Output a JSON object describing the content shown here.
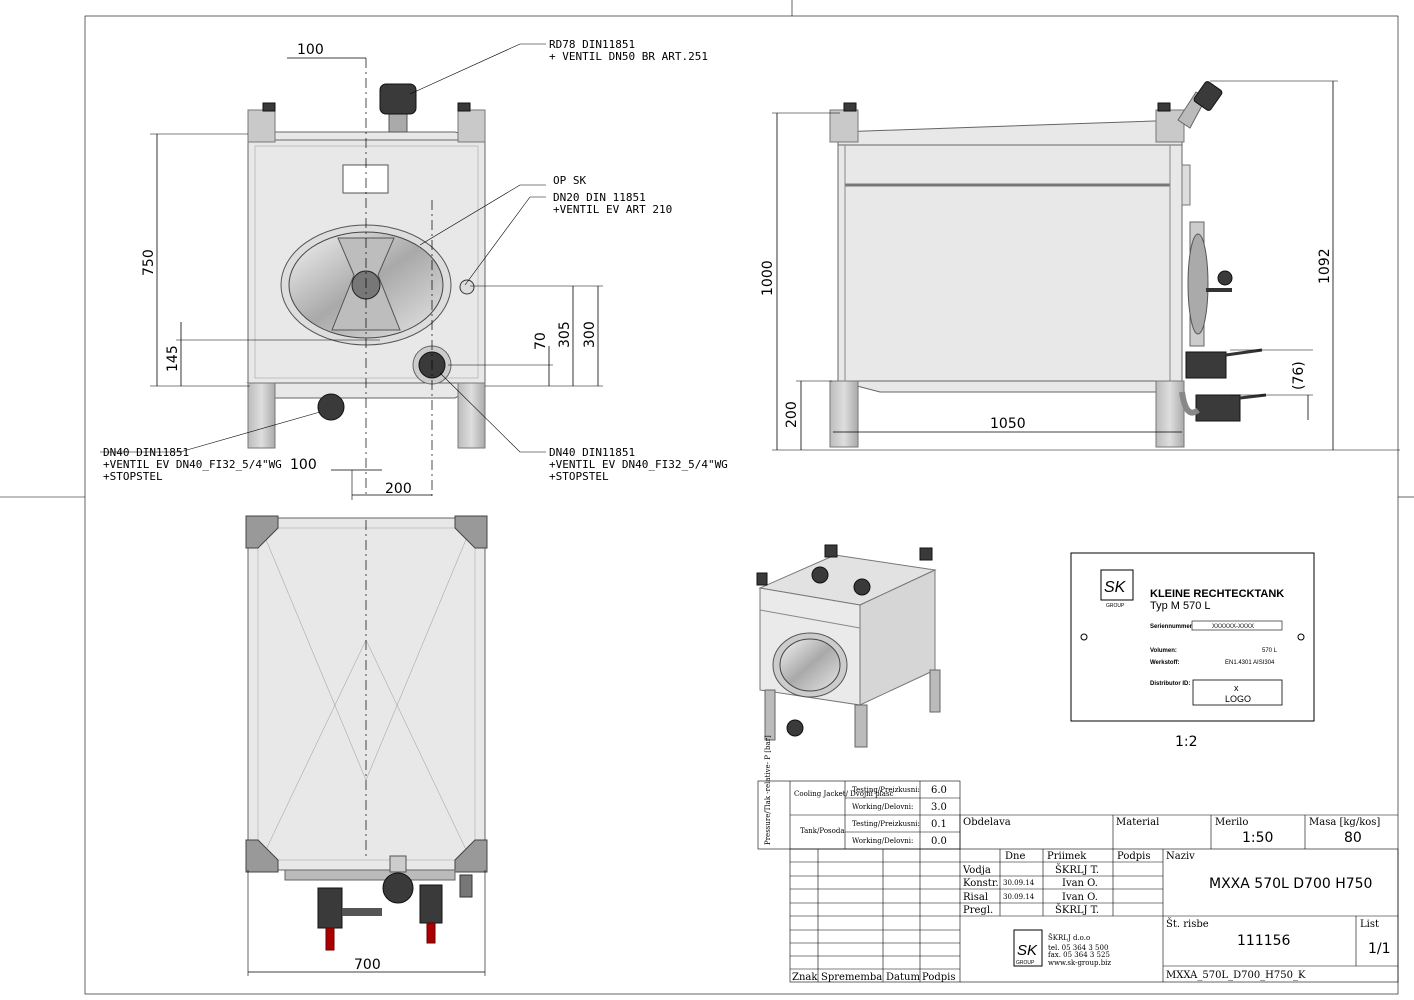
{
  "front_view": {
    "dimensions": [
      "100",
      "750",
      "145",
      "70",
      "305",
      "300",
      "100",
      "200"
    ],
    "callouts": [
      {
        "lines": [
          "RD78 DIN11851",
          "+ VENTIL DN50 BR ART.251"
        ]
      },
      {
        "lines": [
          "OP SK"
        ]
      },
      {
        "lines": [
          "DN20 DIN 11851",
          "+VENTIL EV ART 210"
        ]
      },
      {
        "lines": [
          "DN40 DIN11851",
          "+VENTIL EV DN40_FI32_5/4\"WG",
          "+STOPSTEL"
        ]
      },
      {
        "lines": [
          "DN40 DIN11851",
          "+VENTIL EV DN40_FI32_5/4\"WG",
          "+STOPSTEL"
        ]
      }
    ]
  },
  "side_view": {
    "dimensions": [
      "1000",
      "200",
      "1050",
      "1092",
      "(76)"
    ]
  },
  "top_view": {
    "dimensions": [
      "700"
    ]
  },
  "nameplate": {
    "title": "KLEINE RECHTECKTANK",
    "type": "Typ M 570 L",
    "serial_label": "Seriennummer",
    "serial_value": "XXXXXX-XXXX",
    "volume_label": "Volumen:",
    "volume_value": "570 L",
    "material_label": "Werkstoff:",
    "material_value": "EN1.4301  AISI304",
    "distributor_label": "Distributor ID:",
    "logo_x": "x",
    "logo_text": "LOGO",
    "logo_brand": "SK",
    "logo_sub": "GROUP",
    "scale": "1:2"
  },
  "pressure_table": {
    "header": "Pressure/Tlak -relative- P [bar]",
    "rows": [
      {
        "group": "Cooling Jacket/ Dvojni plasc",
        "type": "Testing/Preizkusni:",
        "value": "6.0"
      },
      {
        "group": "",
        "type": "Working/Delovni:",
        "value": "3.0"
      },
      {
        "group": "Tank/Posoda",
        "type": "Testing/Preizkusni:",
        "value": "0.1"
      },
      {
        "group": "",
        "type": "Working/Delovni:",
        "value": "0.0"
      }
    ]
  },
  "title_block": {
    "obdelava": "Obdelava",
    "material": "Material",
    "merilo_label": "Merilo",
    "merilo_value": "1:50",
    "masa_label": "Masa [kg/kos]",
    "masa_value": "80",
    "col_dne": "Dne",
    "col_priimek": "Priimek",
    "col_podpis": "Podpis",
    "naziv_label": "Naziv",
    "naziv_value": "MXXA 570L D700 H750",
    "rows": [
      {
        "role": "Vodja",
        "date": "",
        "name": "ŠKRLJ T."
      },
      {
        "role": "Konstr.",
        "date": "30.09.14",
        "name": "Ivan O."
      },
      {
        "role": "Risal",
        "date": "30.09.14",
        "name": "Ivan O."
      },
      {
        "role": "Pregl.",
        "date": "",
        "name": "ŠKRLJ T."
      }
    ],
    "st_risbe_label": "Št. risbe",
    "st_risbe_value": "111156",
    "list_label": "List",
    "list_value": "1/1",
    "file_name": "MXXA_570L_D700_H750_K",
    "company": "ŠKRLJ d.o.o",
    "company_tel": "tel. 05 364 3 500",
    "company_fax": "fax. 05 364 3 525",
    "company_web": "www.sk-group.biz",
    "revision_headers": [
      "Znak",
      "Sprememba",
      "Datum",
      "Podpis"
    ]
  }
}
